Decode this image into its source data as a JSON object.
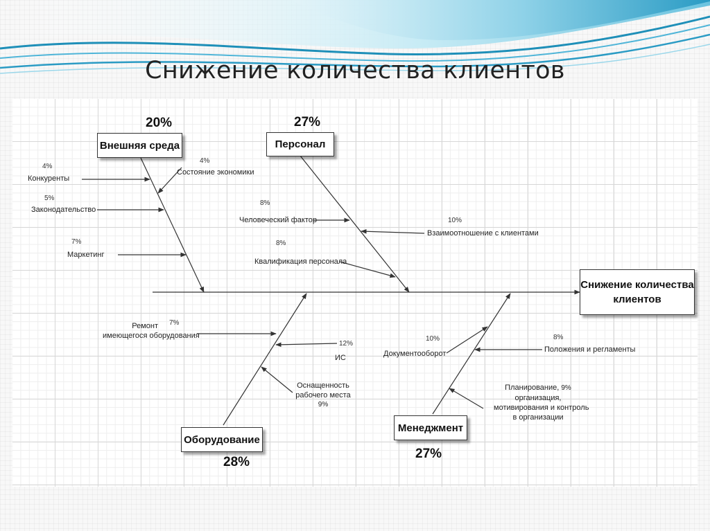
{
  "slide": {
    "title": "Снижение количества клиентов"
  },
  "diagram": {
    "effect": {
      "line1": "Снижение количества",
      "line2": "клиентов"
    },
    "categories": {
      "external": {
        "label": "Внешняя среда",
        "percent": "20%"
      },
      "personnel": {
        "label": "Персонал",
        "percent": "27%"
      },
      "equipment": {
        "label": "Оборудование",
        "percent": "28%"
      },
      "management": {
        "label": "Менеджмент",
        "percent": "27%"
      }
    },
    "causes": {
      "competitors": {
        "label": "Конкуренты",
        "percent": "4%"
      },
      "economy": {
        "label": "Состояние экономики",
        "percent": "4%"
      },
      "legislation": {
        "label": "Законодательство",
        "percent": "5%"
      },
      "marketing": {
        "label": "Маркетинг",
        "percent": "7%"
      },
      "human_factor": {
        "label": "Человеческий фактор",
        "percent": "8%"
      },
      "client_relations": {
        "label": "Взаимоотношение с клиентами",
        "percent": "10%"
      },
      "qualification": {
        "label": "Квалификация персонала",
        "percent": "8%"
      },
      "repair": {
        "line1": "Ремонт",
        "line2": "имеющегося оборудования",
        "percent": "7%"
      },
      "is": {
        "label": "ИС",
        "percent": "12%"
      },
      "workplace": {
        "line1": "Оснащенность",
        "line2": "рабочего места",
        "percent": "9%"
      },
      "docflow": {
        "label": "Документооборот",
        "percent": "10%"
      },
      "regulations": {
        "label": "Положения и регламенты",
        "percent": "8%"
      },
      "planning": {
        "line1": "Планирование,",
        "line2": "организация,",
        "line3": "мотивирования и контроль",
        "line4": "в организации",
        "percent": "9%"
      }
    }
  },
  "colors": {
    "wave_light": "#bfe6f2",
    "wave_mid": "#6cc3df",
    "wave_dark": "#2a9bc4",
    "line": "#333333"
  }
}
